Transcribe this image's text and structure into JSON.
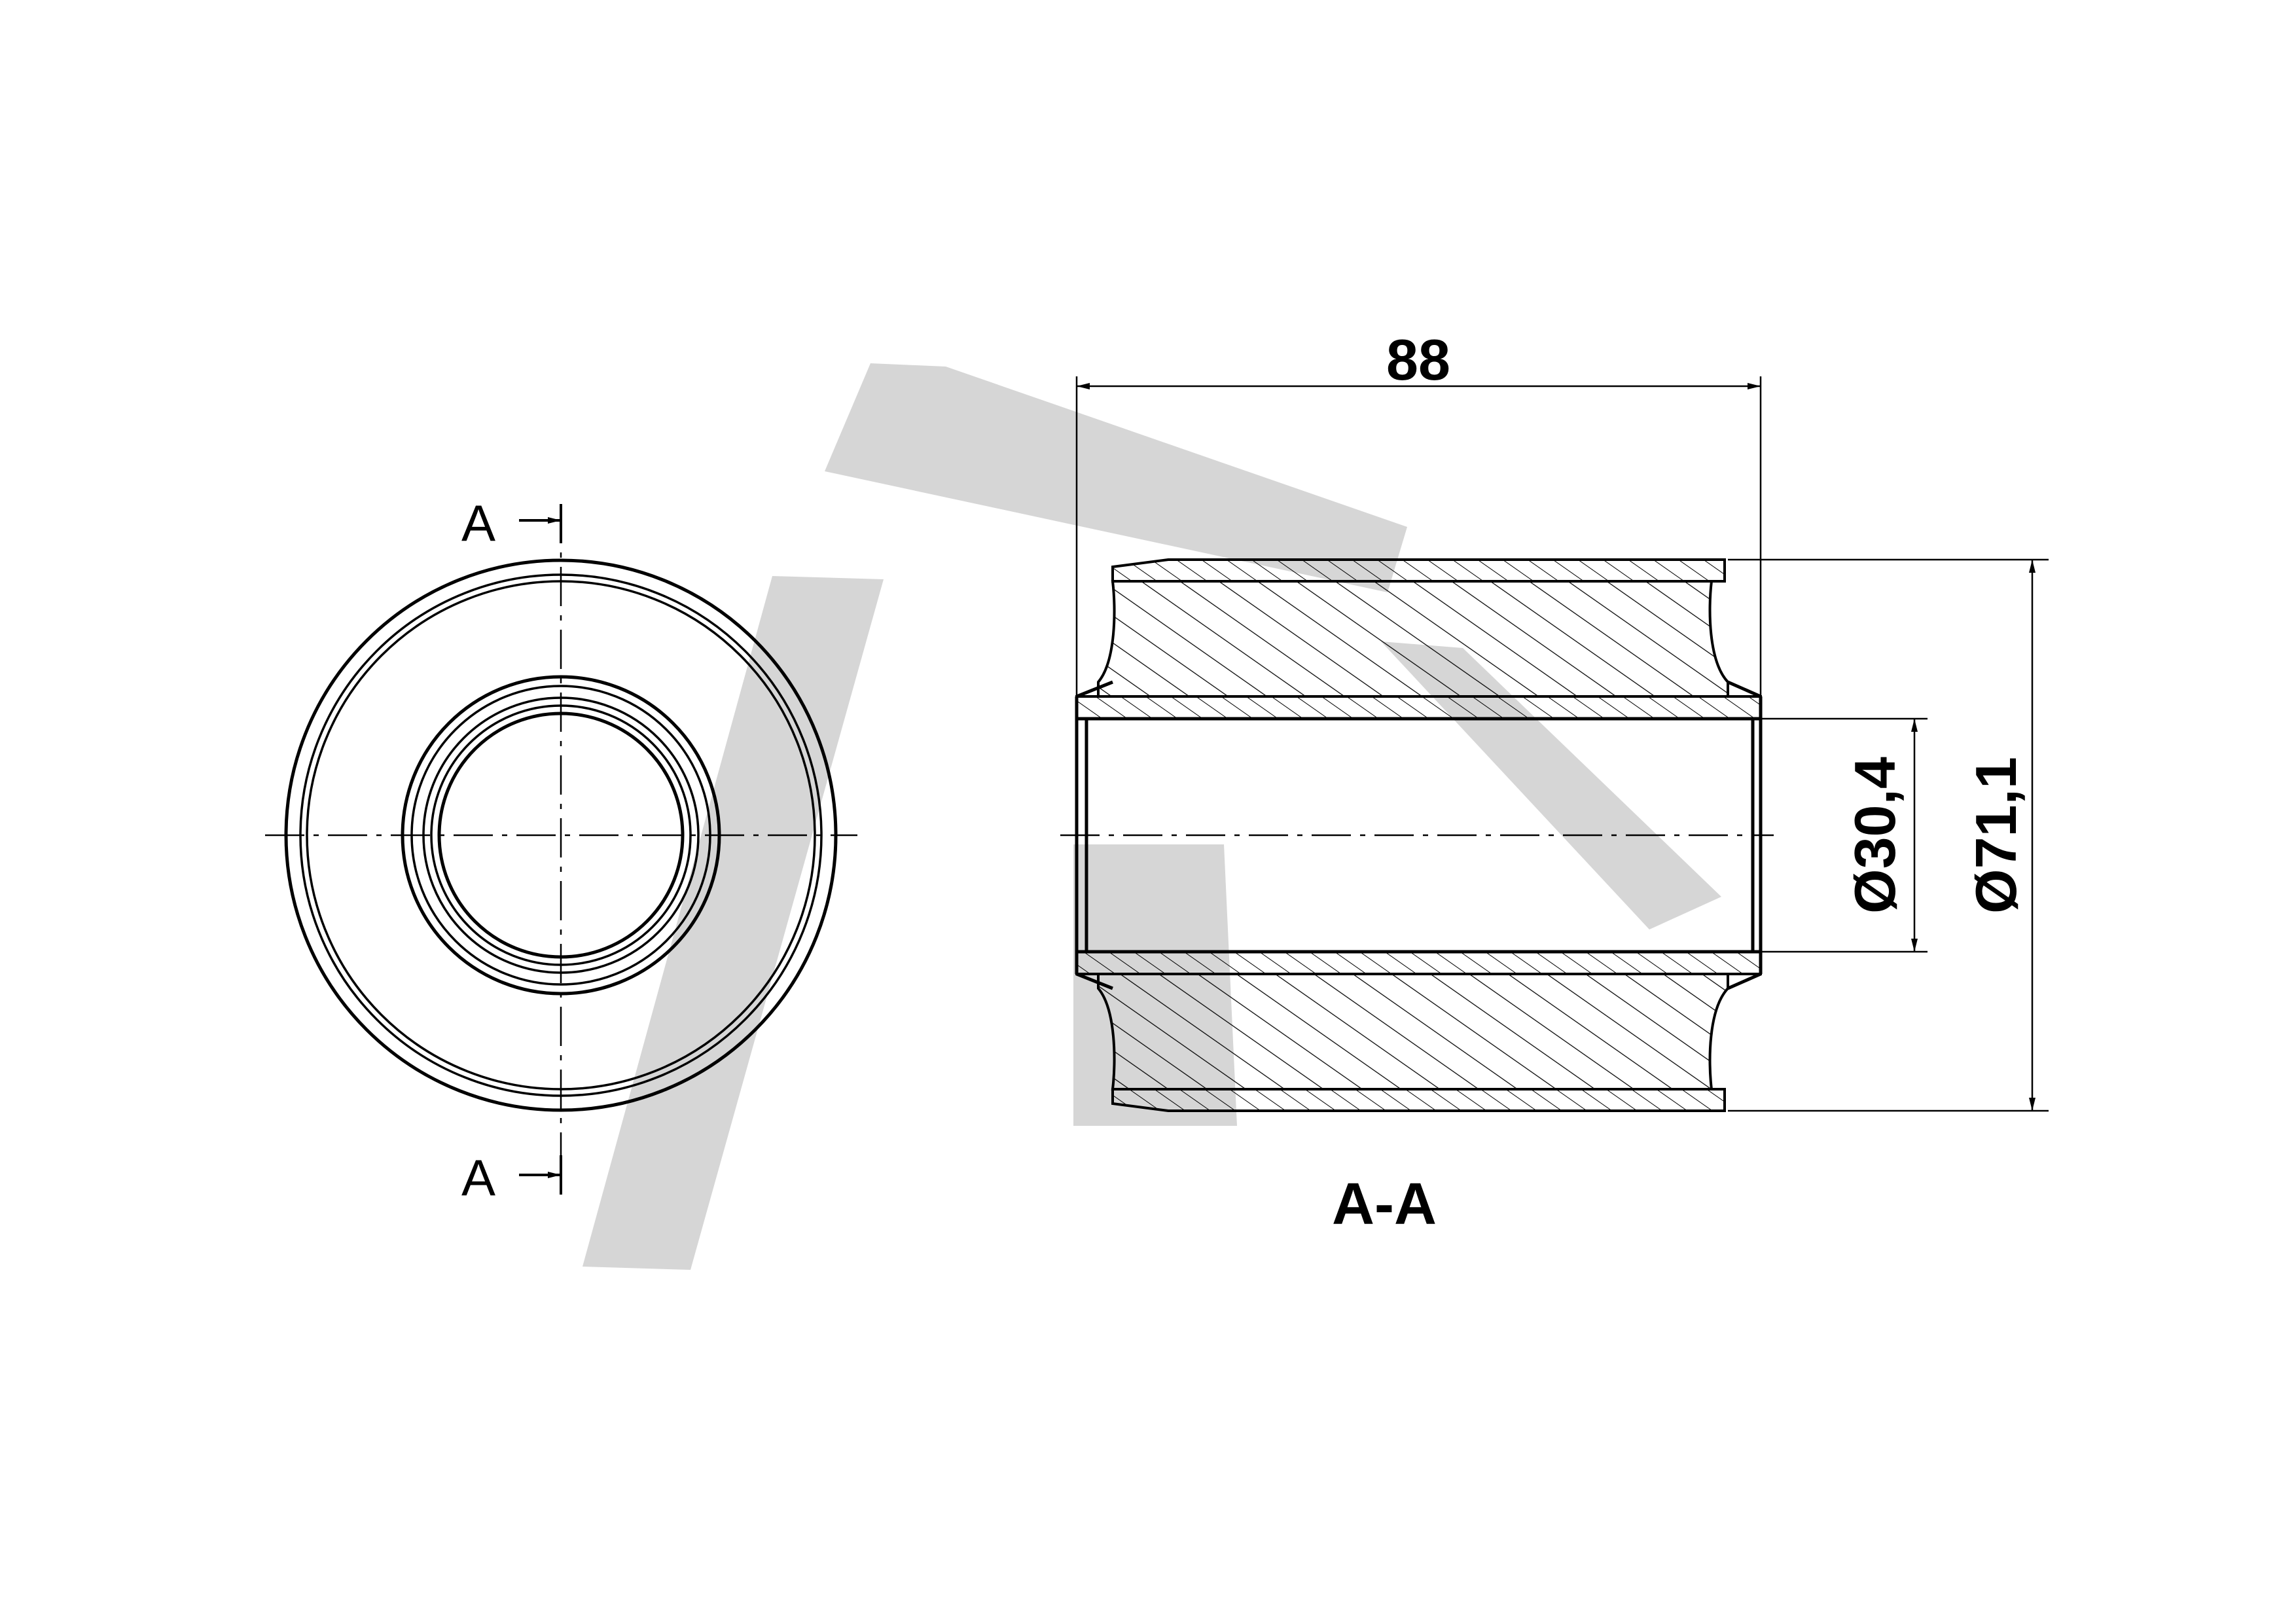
{
  "drawing": {
    "section_marker_top": "A",
    "section_marker_bottom": "A",
    "section_title": "A-A",
    "dimensions": {
      "length": "88",
      "inner_diameter": "Ø30,4",
      "outer_diameter": "Ø71,1"
    },
    "watermark_color": "#d6d6d6",
    "line_color": "#000000"
  }
}
